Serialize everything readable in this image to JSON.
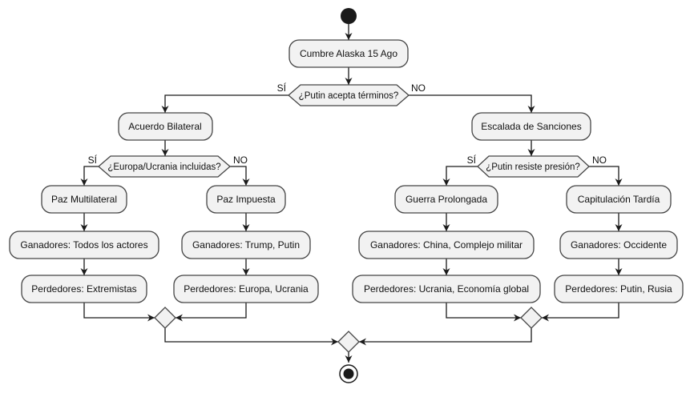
{
  "diagram": {
    "kind": "activity-flowchart",
    "language": "es"
  },
  "nodes": {
    "cumbre": "Cumbre Alaska 15 Ago",
    "acuerdo_bilateral": "Acuerdo Bilateral",
    "escalada_sanciones": "Escalada de Sanciones",
    "paz_multilateral": "Paz Multilateral",
    "paz_impuesta": "Paz Impuesta",
    "guerra_prolongada": "Guerra Prolongada",
    "capitulacion_tardia": "Capitulación Tardía",
    "ganadores_todos": "Ganadores: Todos los actores",
    "ganadores_trump_putin": "Ganadores: Trump, Putin",
    "ganadores_china_complejo": "Ganadores: China, Complejo militar",
    "ganadores_occidente": "Ganadores: Occidente",
    "perdedores_extremistas": "Perdedores: Extremistas",
    "perdedores_europa_ucrania": "Perdedores: Europa, Ucrania",
    "perdedores_ucrania_economia": "Perdedores: Ucrania, Economía global",
    "perdedores_putin_rusia": "Perdedores: Putin, Rusia"
  },
  "decisions": {
    "d1": {
      "question": "¿Putin acepta términos?",
      "yes": "SÍ",
      "no": "NO"
    },
    "d2": {
      "question": "¿Europa/Ucrania incluidas?",
      "yes": "SÍ",
      "no": "NO"
    },
    "d3": {
      "question": "¿Putin resiste presión?",
      "yes": "SÍ",
      "no": "NO"
    }
  },
  "colors": {
    "node_fill": "#f2f2f2",
    "node_border": "#454545",
    "line": "#1a1a1a",
    "text": "#111111",
    "background": "#ffffff"
  }
}
